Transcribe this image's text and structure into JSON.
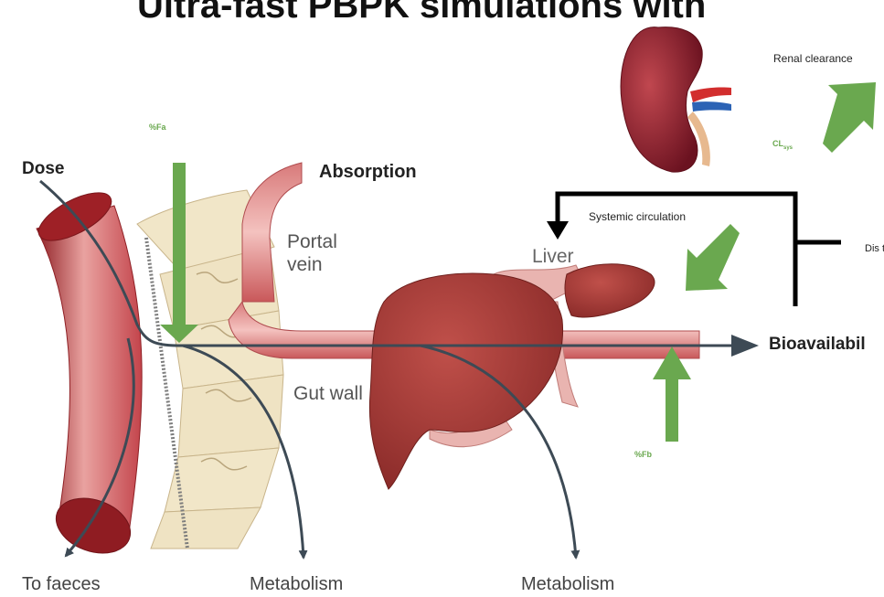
{
  "title": "Ultra-fast PBPK simulations with",
  "labels": {
    "dose": "Dose",
    "absorption": "Absorption",
    "portal_vein": "Portal vein",
    "gut_wall": "Gut wall",
    "liver": "Liver",
    "bioavailability": "Bioavailabil",
    "to_faeces": "To faeces",
    "metabolism_gut": "Metabolism",
    "metabolism_liver": "Metabolism",
    "fa": "%Fa",
    "fb": "%Fb",
    "cl": "CL",
    "cl_sub": "sys",
    "renal_clearance": "Renal clearance",
    "systemic_circulation": "Systemic circulation",
    "distribution": "Dis tiss"
  },
  "colors": {
    "arrow_green": "#6aa84f",
    "flow_dark": "#3d4a55",
    "gut_red": "#c9464c",
    "liver": "#9c3530",
    "wall": "#efe4c6"
  },
  "icons": [
    "kidney-illustration",
    "gut-tube-illustration",
    "liver-illustration"
  ]
}
